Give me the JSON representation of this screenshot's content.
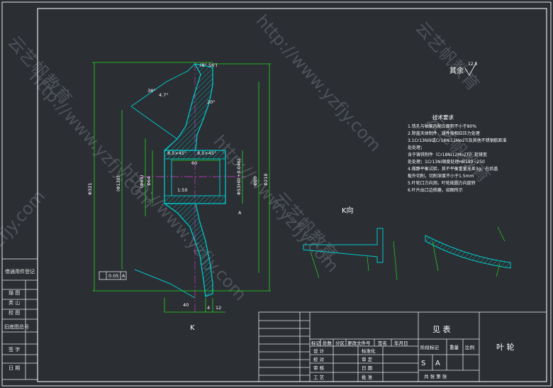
{
  "colors": {
    "background": "#2b2e33",
    "frame": "#e6e6e6",
    "part": "#00c8c8",
    "dimension": "#22d822",
    "centerline": "#d63cd6",
    "note": "#ffffff",
    "watermark": "#5a5f66"
  },
  "left_block": {
    "title": "借通用件登记",
    "rows": [
      "描 图",
      "类 山",
      "校 图",
      "旧底图总号",
      "签 字",
      "日 期"
    ]
  },
  "main_view": {
    "dims": {
      "d321": "Φ321",
      "d138": "(Φ138)",
      "d65": "(Φ65)",
      "d64": "Φ64",
      "d53": "Φ53H8(+0.046)",
      "d80": "Φ80",
      "d218": "Φ218",
      "chamfer1": "8.5×45°",
      "chamfer2": "8.5×45°",
      "l60": "60",
      "taper": "1:50",
      "l40": "40",
      "l4": "4",
      "l12": "12",
      "ang_top": "(8° 56')",
      "ang_a": "38°",
      "ang_b": "4.7°",
      "ang_c": "20°",
      "sym_a": "A",
      "tol": "0.05",
      "tol_ref": "A",
      "view_k": "K"
    }
  },
  "k_view": {
    "label": "K向"
  },
  "roughness": {
    "label": "其余",
    "value": "12.5"
  },
  "notes": {
    "title": "技术要求",
    "lines": [
      "1.铣孔与轴套的配合面积不小于80%",
      "2.除盖天体制件，铸件按相应压力处理",
      "3.1Cr13Ni9或Cr18Ni12Mo2Ti及其他不锈钢航距准",
      "  处处理；",
      "  含于铸铁制件（Cr18Ni12Mo2Ti）批镜宽",
      "  处处理；1Cr13Ni钢度处理HB180~250",
      "4.做静平衡试验，其不平衡重量允差3g，在后盖",
      "  板外切削，切削深度不小于1.5mm",
      "5.叶轮口方向测，叶轮能圆方向旋转",
      "6.叶片出口边修磨，如图所示"
    ]
  },
  "title_block": {
    "seeing_table": "见 表",
    "part_name": "叶 轮",
    "row_labels": [
      "标记",
      "处数",
      "分区",
      "更改文件号",
      "签名",
      "年月日"
    ],
    "left_labels": [
      "设 计",
      "校 对",
      "审 核",
      "工 艺"
    ],
    "mid_labels": [
      "标准化",
      "审 定",
      "日 期",
      "批 准"
    ],
    "stage_labels": [
      "阶段标记",
      "重量",
      "比例"
    ],
    "stage_marks": [
      "S",
      "A"
    ],
    "sheet_text": "共 张 第 张",
    "rev_rows": [
      "",
      "",
      "",
      "",
      "",
      "",
      "",
      ""
    ]
  },
  "watermarks": [
    "http://www.yzfjy.com",
    "云艺帆教育",
    "http://www.yzfjy.com",
    "云艺帆教育",
    "http://www.yzfjy.com",
    "云艺帆教育",
    "yzfjy.com",
    "云艺帆教育",
    "http://www.yzfjy.com"
  ]
}
